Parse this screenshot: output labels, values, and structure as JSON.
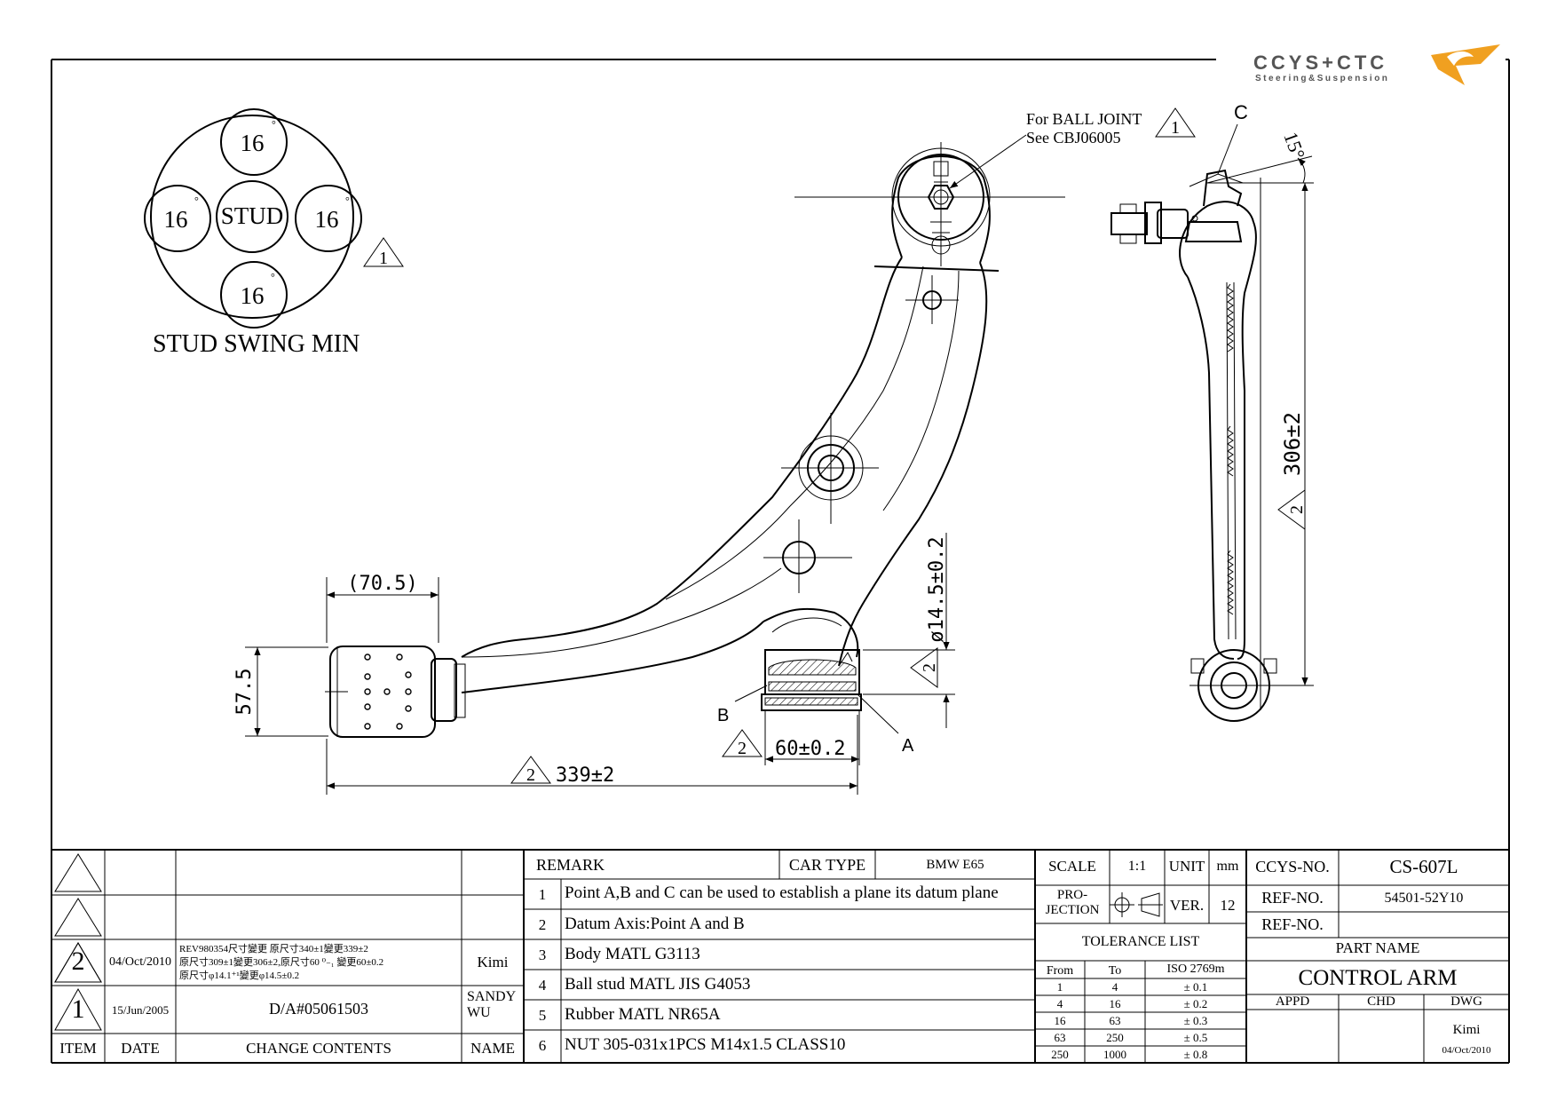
{
  "logo": {
    "brand": "CCYS+CTC",
    "tagline": "Steering&Suspension",
    "accent_color": "#f0a020",
    "text_color": "#555555"
  },
  "stud_swing": {
    "center": "STUD",
    "top": "16",
    "left": "16",
    "right": "16",
    "bottom": "16",
    "degree_symbol": "°",
    "caption": "STUD SWING MIN",
    "rev_mark": "1"
  },
  "main_view": {
    "ball_joint_note_line1": "For BALL JOINT",
    "ball_joint_note_line2": "See CBJ06005",
    "ball_joint_rev": "1",
    "dim_width_bush": "(70.5)",
    "dim_height_bush": "57.5",
    "dim_339": "339±2",
    "dim_339_rev": "2",
    "dim_60": "60±0.2",
    "dim_60_rev": "2",
    "dim_dia": "ø14.5±0.2",
    "dim_dia_rev": "2",
    "label_a": "A",
    "label_b": "B"
  },
  "side_view": {
    "label_c": "C",
    "angle": "15°",
    "dim_306": "306±2",
    "dim_306_rev": "2"
  },
  "revision_block": {
    "headers": {
      "item": "ITEM",
      "date": "DATE",
      "change": "CHANGE CONTENTS",
      "name": "NAME"
    },
    "rows": [
      {
        "item": "2",
        "date": "04/Oct/2010",
        "change_line1": "REV980354尺寸變更 原尺寸340±1變更339±2",
        "change_line2": "原尺寸309±1變更306±2,原尺寸60 ⁰₋₁ 變更60±0.2",
        "change_line3": "原尺寸φ14.1⁺¹變更φ14.5±0.2",
        "name": "Kimi"
      },
      {
        "item": "1",
        "date": "15/Jun/2005",
        "change_line1": "D/A#05061503",
        "name_line1": "SANDY",
        "name_line2": "WU"
      }
    ]
  },
  "remarks": {
    "header": "REMARK",
    "car_type_label": "CAR TYPE",
    "car_type": "BMW E65",
    "items": [
      {
        "no": "1",
        "text": "Point A,B and C can be used to establish a plane its datum plane"
      },
      {
        "no": "2",
        "text": "Datum Axis:Point A and B"
      },
      {
        "no": "3",
        "text": "Body MATL G3113"
      },
      {
        "no": "4",
        "text": "Ball stud MATL JIS G4053"
      },
      {
        "no": "5",
        "text": "Rubber MATL NR65A"
      },
      {
        "no": "6",
        "text": "NUT 305-031x1PCS M14x1.5 CLASS10"
      }
    ]
  },
  "spec_block": {
    "scale_label": "SCALE",
    "scale": "1:1",
    "unit_label": "UNIT",
    "unit": "mm",
    "projection_label_1": "PRO-",
    "projection_label_2": "JECTION",
    "ver_label": "VER.",
    "ver": "12",
    "tolerance_title": "TOLERANCE LIST",
    "tol_headers": {
      "from": "From",
      "to": "To",
      "iso": "ISO 2769m"
    },
    "tolerances": [
      {
        "from": "1",
        "to": "4",
        "tol": "± 0.1"
      },
      {
        "from": "4",
        "to": "16",
        "tol": "± 0.2"
      },
      {
        "from": "16",
        "to": "63",
        "tol": "± 0.3"
      },
      {
        "from": "63",
        "to": "250",
        "tol": "± 0.5"
      },
      {
        "from": "250",
        "to": "1000",
        "tol": "± 0.8"
      }
    ]
  },
  "title_block": {
    "ccys_no_label": "CCYS-NO.",
    "ccys_no": "CS-607L",
    "ref_no_label": "REF-NO.",
    "ref_no": "54501-52Y10",
    "ref_no2_label": "REF-NO.",
    "ref_no2": "",
    "part_name_label": "PART NAME",
    "part_name": "CONTROL ARM",
    "appd_label": "APPD",
    "chd_label": "CHD",
    "dwg_label": "DWG",
    "dwg_name": "Kimi",
    "dwg_date": "04/Oct/2010"
  }
}
